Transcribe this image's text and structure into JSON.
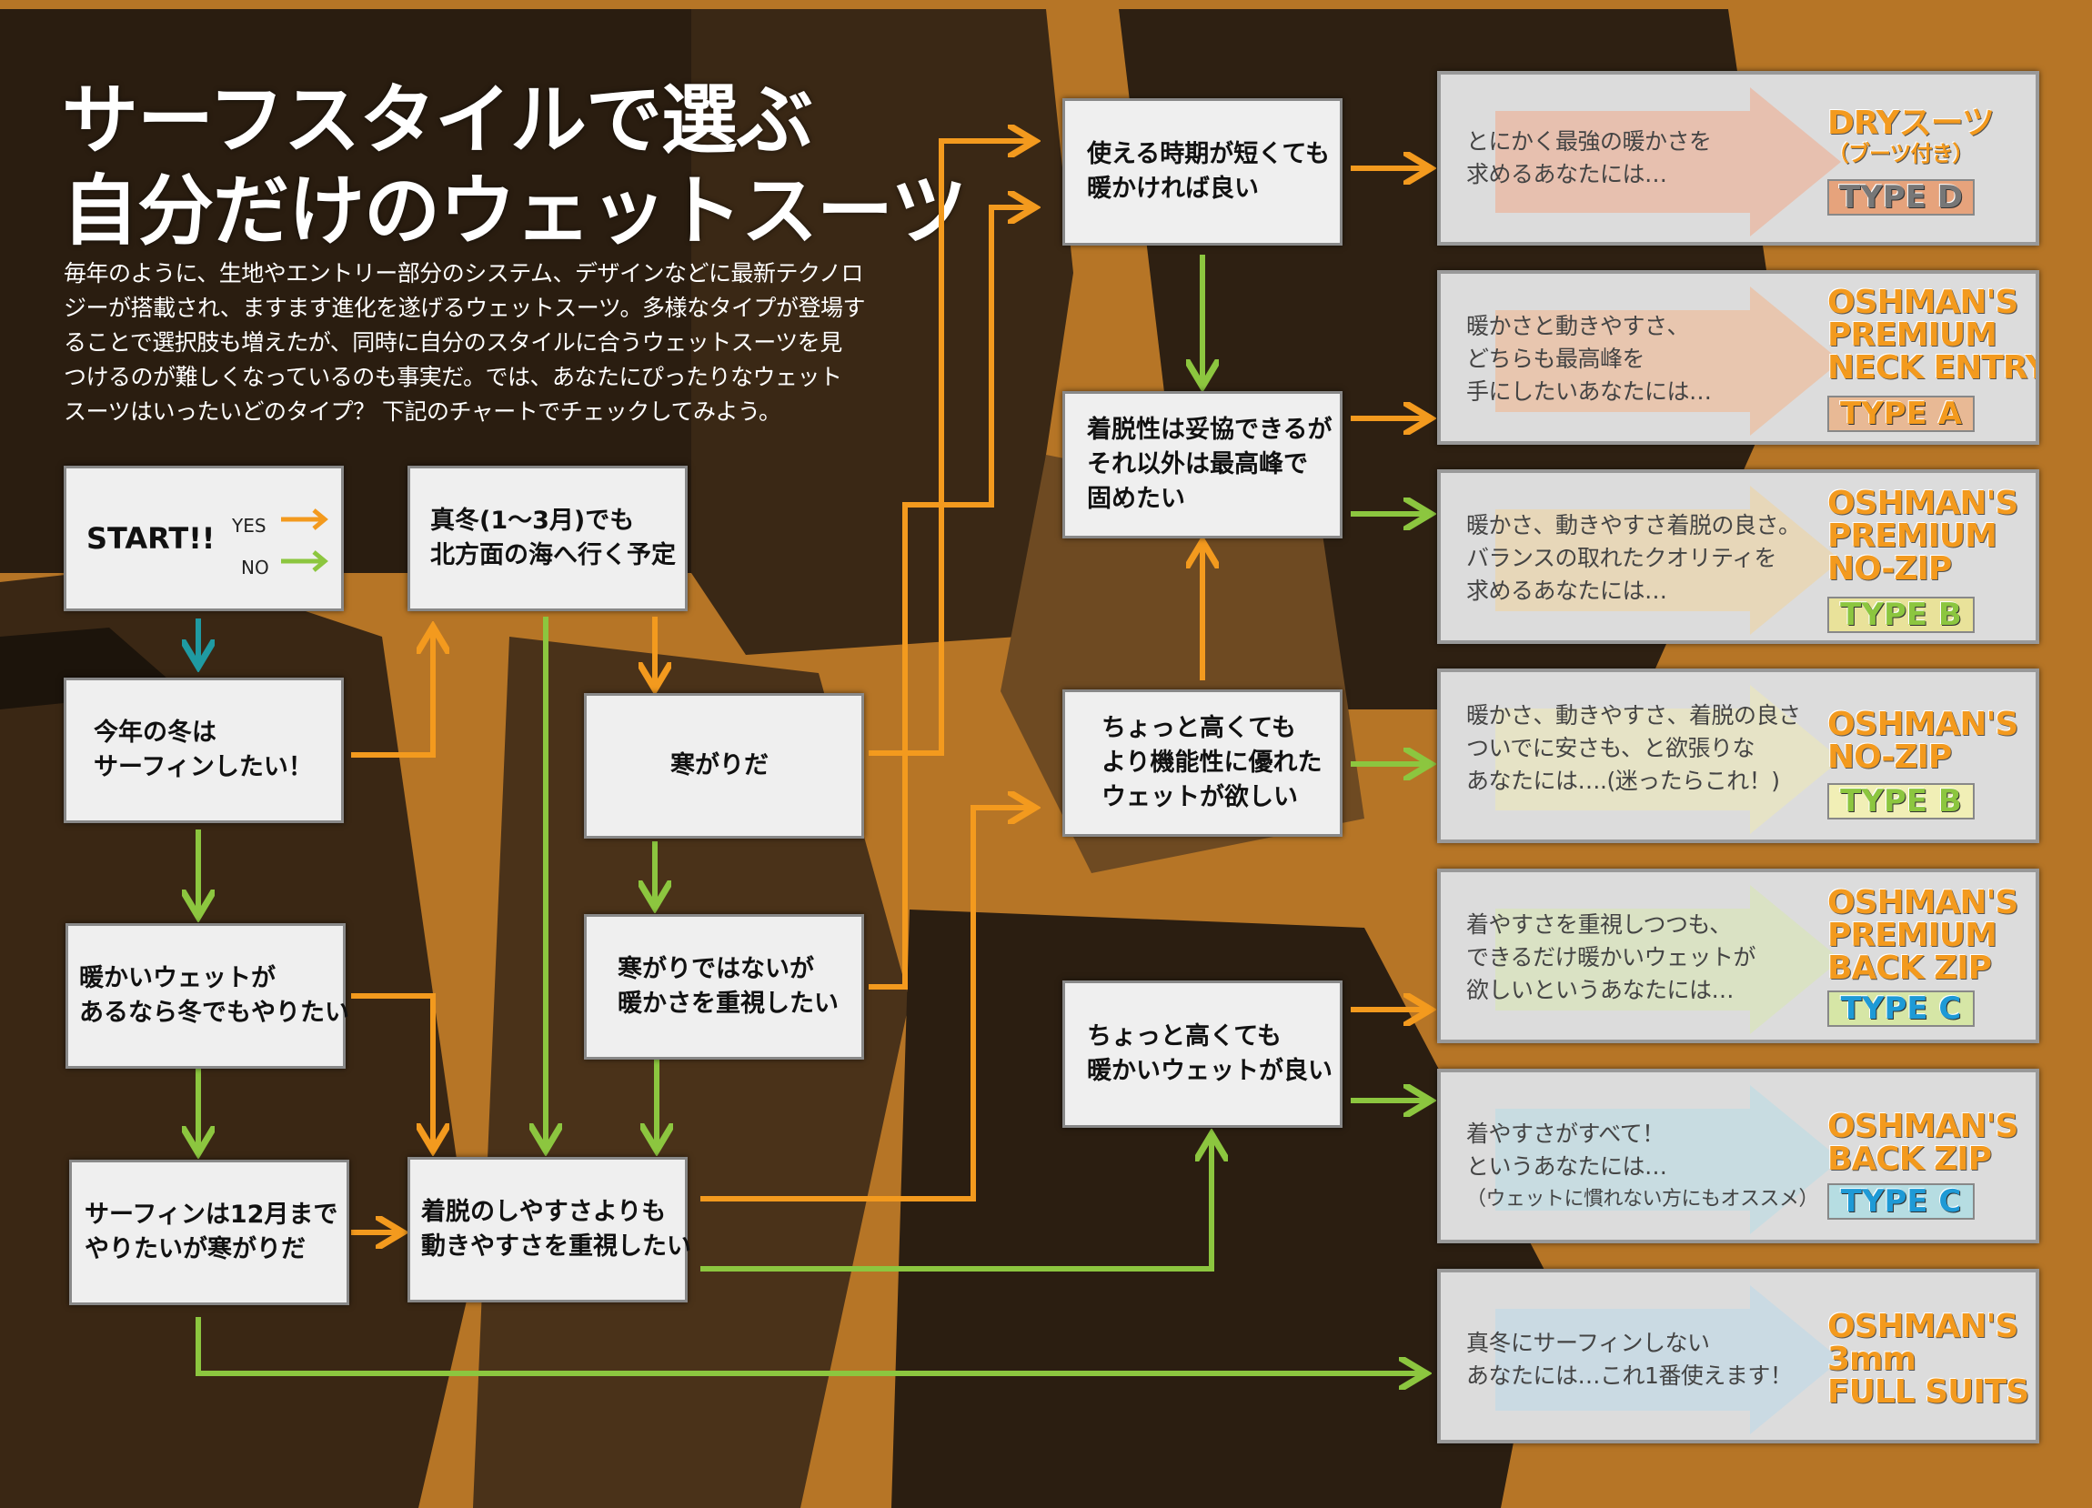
{
  "title": {
    "line1": "サーフスタイルで選ぶ",
    "line2": "自分だけのウェットスーツ"
  },
  "intro": {
    "lines": [
      "毎年のように、生地やエントリー部分のシステム、デザインなどに最新テクノロ",
      "ジーが搭載され、ますます進化を遂げるウェットスーツ。多様なタイプが登場す",
      "ることで選択肢も増えたが、同時に自分のスタイルに合うウェットスーツを見",
      "つけるのが難しくなっているのも事実だ。では、あなたにぴったりなウェット",
      "スーツはいったいどのタイプ？ 下記のチャートでチェックしてみよう。"
    ]
  },
  "legend": {
    "start": "START!!",
    "yes": "YES",
    "no": "NO"
  },
  "colors": {
    "yes": "#f39a1e",
    "no": "#8cc63f",
    "start_arrow": "#1f9aa2",
    "background": "#b67526",
    "photo_dark": "#2a1d10"
  },
  "questions": {
    "q1": [
      "今年の冬は",
      "サーフィンしたい！"
    ],
    "q2": [
      "暖かいウェットが",
      "あるなら冬でもやりたい"
    ],
    "q3": [
      "サーフィンは12月まで",
      "やりたいが寒がりだ"
    ],
    "q4": [
      "真冬(1〜3月)でも",
      "北方面の海へ行く予定"
    ],
    "q5": [
      "寒がりだ"
    ],
    "q6": [
      "寒がりではないが",
      "暖かさを重視したい"
    ],
    "q7": [
      "着脱のしやすさよりも",
      "動きやすさを重視したい"
    ],
    "q8": [
      "使える時期が短くても",
      "暖かければ良い"
    ],
    "q9": [
      "着脱性は妥協できるが",
      "それ以外は最高峰で",
      "固めたい"
    ],
    "q10": [
      "ちょっと高くても",
      "より機能性に優れた",
      "ウェットが欲しい"
    ],
    "q11": [
      "ちょっと高くても",
      "暖かいウェットが良い"
    ]
  },
  "results": [
    {
      "text": [
        "とにかく最強の暖かさを",
        "求めるあなたには…"
      ],
      "name": [
        "DRYスーツ"
      ],
      "sub": "（ブーツ付き）",
      "type": "TYPE D",
      "name_color": "#f39a1e",
      "type_color": "#e6a37c",
      "type_text_color": "#777777",
      "arrow_color": "#f0a98a"
    },
    {
      "text": [
        "暖かさと動きやすさ、",
        "どちらも最高峰を",
        "手にしたいあなたには…"
      ],
      "name": [
        "OSHMAN'S",
        "PREMIUM",
        "NECK ENTRY"
      ],
      "sub": "",
      "type": "TYPE A",
      "name_color": "#f39a1e",
      "type_color": "#e8b995",
      "type_text_color": "#f39a1e",
      "arrow_color": "#f2b48a"
    },
    {
      "text": [
        "暖かさ、動きやすさ着脱の良さ。",
        "バランスの取れたクオリティを",
        "求めるあなたには…"
      ],
      "name": [
        "OSHMAN'S",
        "PREMIUM",
        "NO-ZIP"
      ],
      "sub": "",
      "type": "TYPE B",
      "name_color": "#f39a1e",
      "type_color": "#e9e29a",
      "type_text_color": "#8cc63f",
      "arrow_color": "#f1d39d"
    },
    {
      "text": [
        "暖かさ、動きやすさ、着脱の良さ",
        "ついでに安さも、と欲張りな",
        "あなたには….(迷ったらこれ！)"
      ],
      "name": [
        "OSHMAN'S",
        "NO-ZIP"
      ],
      "sub": "",
      "type": "TYPE B",
      "name_color": "#f39a1e",
      "type_color": "#f1efb6",
      "type_text_color": "#8cc63f",
      "arrow_color": "#efeab5"
    },
    {
      "text": [
        "着やすさを重視しつつも、",
        "できるだけ暖かいウェットが",
        "欲しいというあなたには…"
      ],
      "name": [
        "OSHMAN'S",
        "PREMIUM",
        "BACK ZIP"
      ],
      "sub": "",
      "type": "TYPE C",
      "name_color": "#f39a1e",
      "type_color": "#d6e6a6",
      "type_text_color": "#1e9ad6",
      "arrow_color": "#d8e8b0"
    },
    {
      "text": [
        "着やすさがすべて！",
        "というあなたには…",
        "（ウェットに慣れない方にもオススメ）"
      ],
      "name": [
        "OSHMAN'S",
        "BACK ZIP"
      ],
      "sub": "",
      "type": "TYPE C",
      "name_color": "#f39a1e",
      "type_color": "#b6dde2",
      "type_text_color": "#1e9ad6",
      "arrow_color": "#b8dde6"
    },
    {
      "text": [
        "真冬にサーフィンしない",
        "あなたには…これ1番使えます！"
      ],
      "name": [
        "OSHMAN'S",
        "3mm",
        "FULL SUITS"
      ],
      "sub": "",
      "type": "",
      "name_color": "#f39a1e",
      "type_color": "",
      "type_text_color": "",
      "arrow_color": "#bcd8ea"
    }
  ]
}
